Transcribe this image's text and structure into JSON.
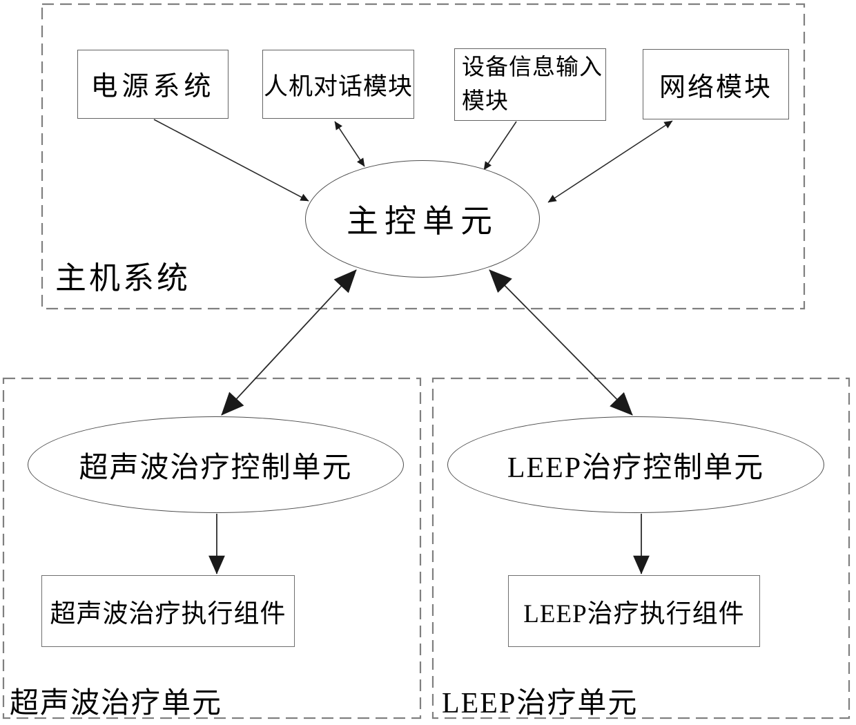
{
  "host": {
    "group_label": "主机系统",
    "power": "电源系统",
    "hmi": "人机对话模块",
    "device_info_line1": "设备信息输入",
    "device_info_line2": "模块",
    "network": "网络模块",
    "main_control": "主控单元"
  },
  "ultrasonic": {
    "group_label": "超声波治疗单元",
    "control": "超声波治疗控制单元",
    "actuator": "超声波治疗执行组件"
  },
  "leep": {
    "group_label": "LEEP治疗单元",
    "control": "LEEP治疗控制单元",
    "actuator": "LEEP治疗执行组件"
  },
  "connections": [
    {
      "from": "电源系统",
      "to": "主控单元",
      "arrow": "single",
      "head": "small"
    },
    {
      "from": "人机对话模块",
      "to": "主控单元",
      "arrow": "double",
      "head": "small"
    },
    {
      "from": "设备信息输入模块",
      "to": "主控单元",
      "arrow": "single",
      "head": "small"
    },
    {
      "from": "网络模块",
      "to": "主控单元",
      "arrow": "double",
      "head": "small"
    },
    {
      "from": "主控单元",
      "to": "超声波治疗控制单元",
      "arrow": "double",
      "head": "large"
    },
    {
      "from": "主控单元",
      "to": "LEEP治疗控制单元",
      "arrow": "double",
      "head": "large"
    },
    {
      "from": "超声波治疗控制单元",
      "to": "超声波治疗执行组件",
      "arrow": "single",
      "head": "large"
    },
    {
      "from": "LEEP治疗控制单元",
      "to": "LEEP治疗执行组件",
      "arrow": "single",
      "head": "large"
    }
  ],
  "colors": {
    "background": "#ffffff",
    "text": "#000000",
    "solid_line": "#2b2b2b",
    "arrow_fill": "#1a1a1a",
    "shape_border": "#5a5a5a",
    "dashed_border": "#7f7f7f"
  }
}
